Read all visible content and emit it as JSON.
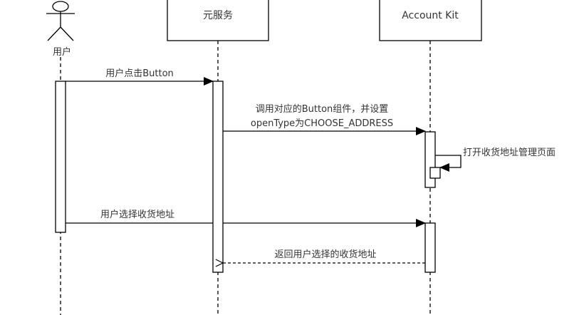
{
  "diagram": {
    "type": "sequence",
    "participants": [
      {
        "id": "user",
        "label": "用户",
        "kind": "actor"
      },
      {
        "id": "service",
        "label": "元服务",
        "kind": "box"
      },
      {
        "id": "account_kit",
        "label": "Account Kit",
        "kind": "box"
      }
    ],
    "messages": [
      {
        "from": "user",
        "to": "service",
        "label": "用户点击Button",
        "style": "sync"
      },
      {
        "from": "service",
        "to": "account_kit",
        "label_line1": "调用对应的Button组件，并设置",
        "label_line2": "openType为CHOOSE_ADDRESS",
        "style": "sync"
      },
      {
        "from": "account_kit",
        "to": "account_kit",
        "label": "打开收货地址管理页面",
        "style": "self"
      },
      {
        "from": "user",
        "to": "account_kit",
        "label": "用户选择收货地址",
        "style": "sync"
      },
      {
        "from": "account_kit",
        "to": "service",
        "label": "返回用户选择的收货地址",
        "style": "return"
      }
    ]
  }
}
